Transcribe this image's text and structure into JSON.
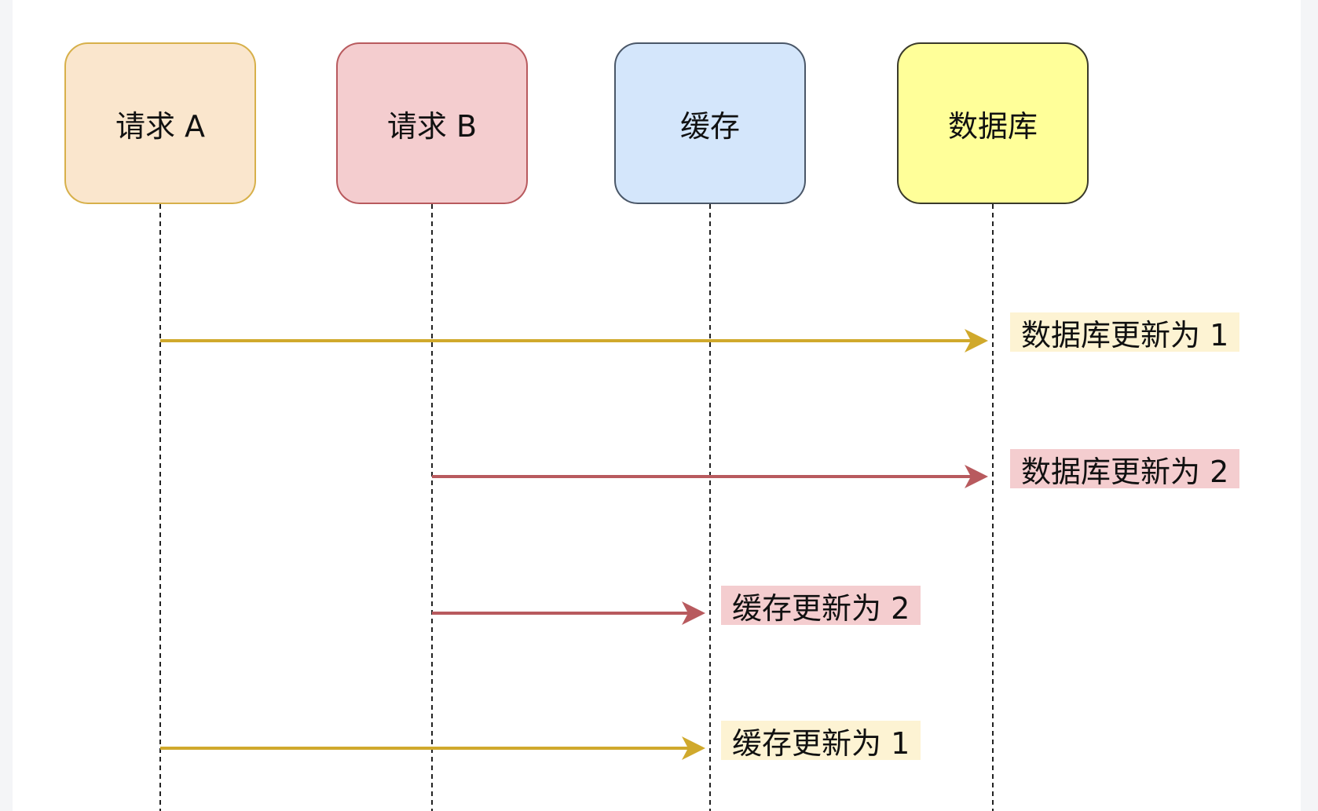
{
  "actors": [
    {
      "id": "a",
      "label": "请求 A",
      "fill": "#fae6cd",
      "stroke": "#d7b04a"
    },
    {
      "id": "b",
      "label": "请求 B",
      "fill": "#f4cdcf",
      "stroke": "#b85a5e"
    },
    {
      "id": "cache",
      "label": "缓存",
      "fill": "#d4e6fb",
      "stroke": "#4a5768"
    },
    {
      "id": "db",
      "label": "数据库",
      "fill": "#ffff99",
      "stroke": "#3a3a2a"
    }
  ],
  "messages": [
    {
      "from": "a",
      "to": "db",
      "label": "数据库更新为 1",
      "color": "#d0a92c",
      "label_bg": "#fdf3d3"
    },
    {
      "from": "b",
      "to": "db",
      "label": "数据库更新为 2",
      "color": "#b85a5e",
      "label_bg": "#f4cdcf"
    },
    {
      "from": "b",
      "to": "cache",
      "label": "缓存更新为 2",
      "color": "#b85a5e",
      "label_bg": "#f4cdcf"
    },
    {
      "from": "a",
      "to": "cache",
      "label": "缓存更新为 1",
      "color": "#d0a92c",
      "label_bg": "#fdf3d3"
    }
  ]
}
